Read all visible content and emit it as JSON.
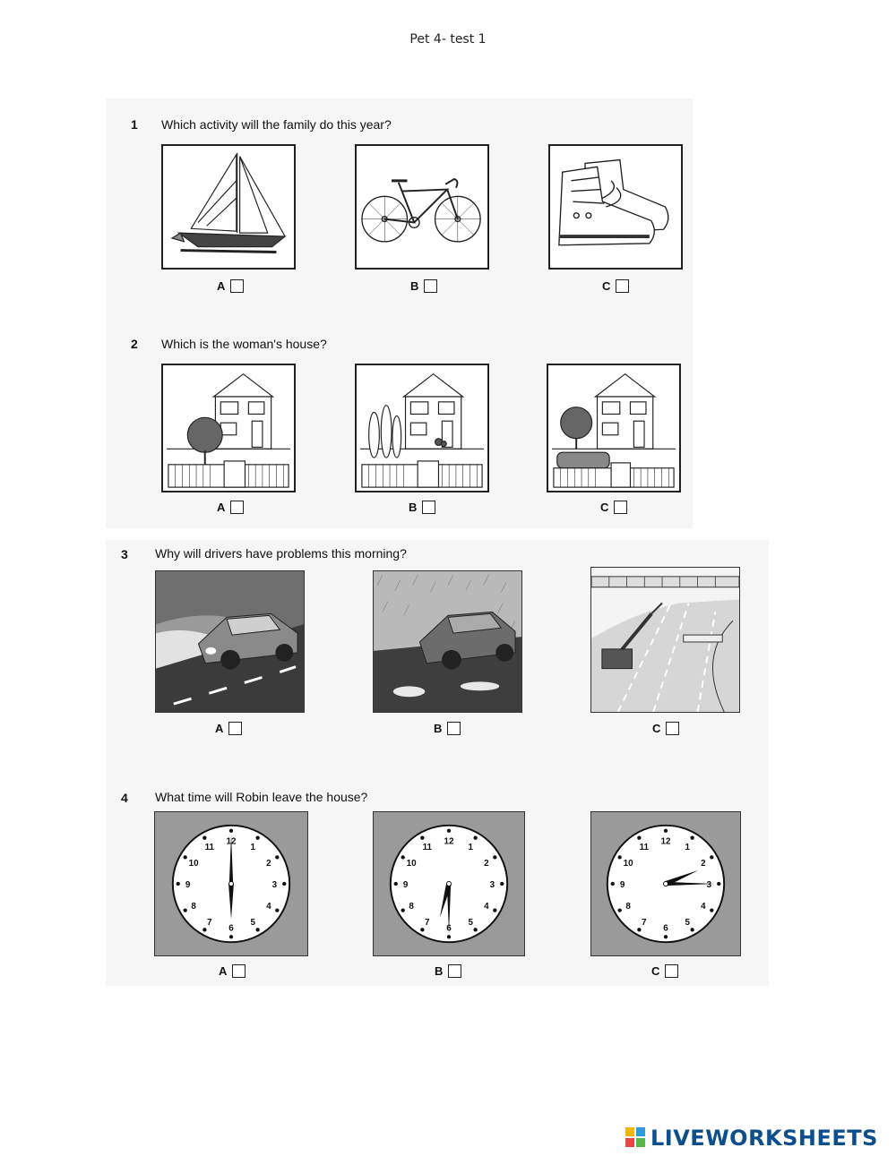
{
  "header": {
    "title": "Pet 4- test 1"
  },
  "questions": [
    {
      "number": "1",
      "text": "Which activity will the family do this year?",
      "options": [
        {
          "label": "A",
          "picture": "sailboat-picture"
        },
        {
          "label": "B",
          "picture": "bicycle-picture"
        },
        {
          "label": "C",
          "picture": "hiking-boots-picture"
        }
      ]
    },
    {
      "number": "2",
      "text": "Which is the woman's house?",
      "options": [
        {
          "label": "A",
          "picture": "house-with-tree-picture"
        },
        {
          "label": "B",
          "picture": "house-with-tall-trees-picture"
        },
        {
          "label": "C",
          "picture": "house-with-hedge-picture"
        }
      ]
    },
    {
      "number": "3",
      "text": "Why will drivers have problems this morning?",
      "options": [
        {
          "label": "A",
          "picture": "car-in-fog-picture"
        },
        {
          "label": "B",
          "picture": "car-in-rain-picture"
        },
        {
          "label": "C",
          "picture": "roadworks-crane-picture"
        }
      ]
    },
    {
      "number": "4",
      "text": "What time will Robin leave the house?",
      "options": [
        {
          "label": "A",
          "picture": "clock-picture",
          "time_shown": "6:00"
        },
        {
          "label": "B",
          "picture": "clock-picture",
          "time_shown": "6:30"
        },
        {
          "label": "C",
          "picture": "clock-picture",
          "time_shown": "2:15"
        }
      ]
    }
  ],
  "clock_numbers": [
    "12",
    "1",
    "2",
    "3",
    "4",
    "5",
    "6",
    "7",
    "8",
    "9",
    "10",
    "11"
  ],
  "footer": {
    "brand": "LIVEWORKSHEETS",
    "brand_color": "#0c4f8c"
  }
}
